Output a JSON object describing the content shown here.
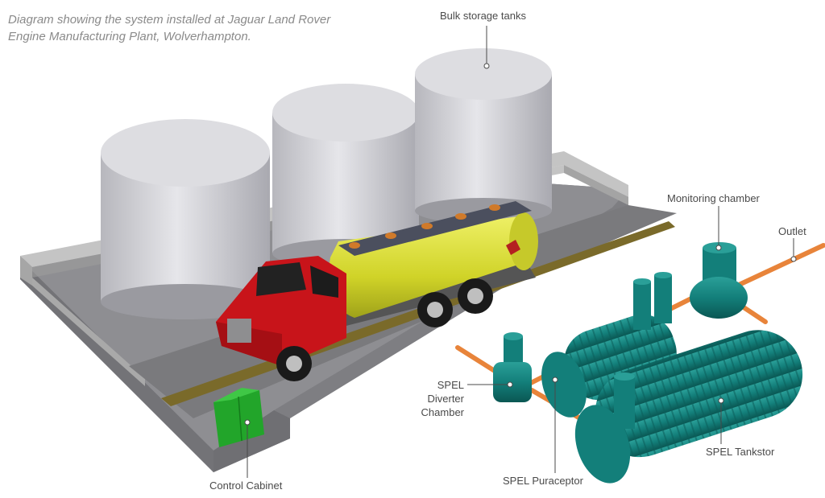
{
  "caption": "Diagram showing the system installed at Jaguar Land Rover Engine Manufacturing Plant, Wolverhampton.",
  "labels": {
    "bulk_storage": "Bulk storage tanks",
    "monitoring": "Monitoring chamber",
    "outlet": "Outlet",
    "diverter_1": "SPEL",
    "diverter_2": "Diverter",
    "diverter_3": "Chamber",
    "tankstor": "SPEL Tankstor",
    "puraceptor": "SPEL Puraceptor",
    "control": "Control Cabinet"
  },
  "colors": {
    "slab": "#8c8c8f",
    "wall": "#b9b9b9",
    "tank": "#d8d8dc",
    "truck_cab": "#c8141a",
    "truck_tank": "#d9dc2e",
    "pipe": "#e8843a",
    "teal": "#137f7a",
    "cabinet": "#22a52a"
  }
}
